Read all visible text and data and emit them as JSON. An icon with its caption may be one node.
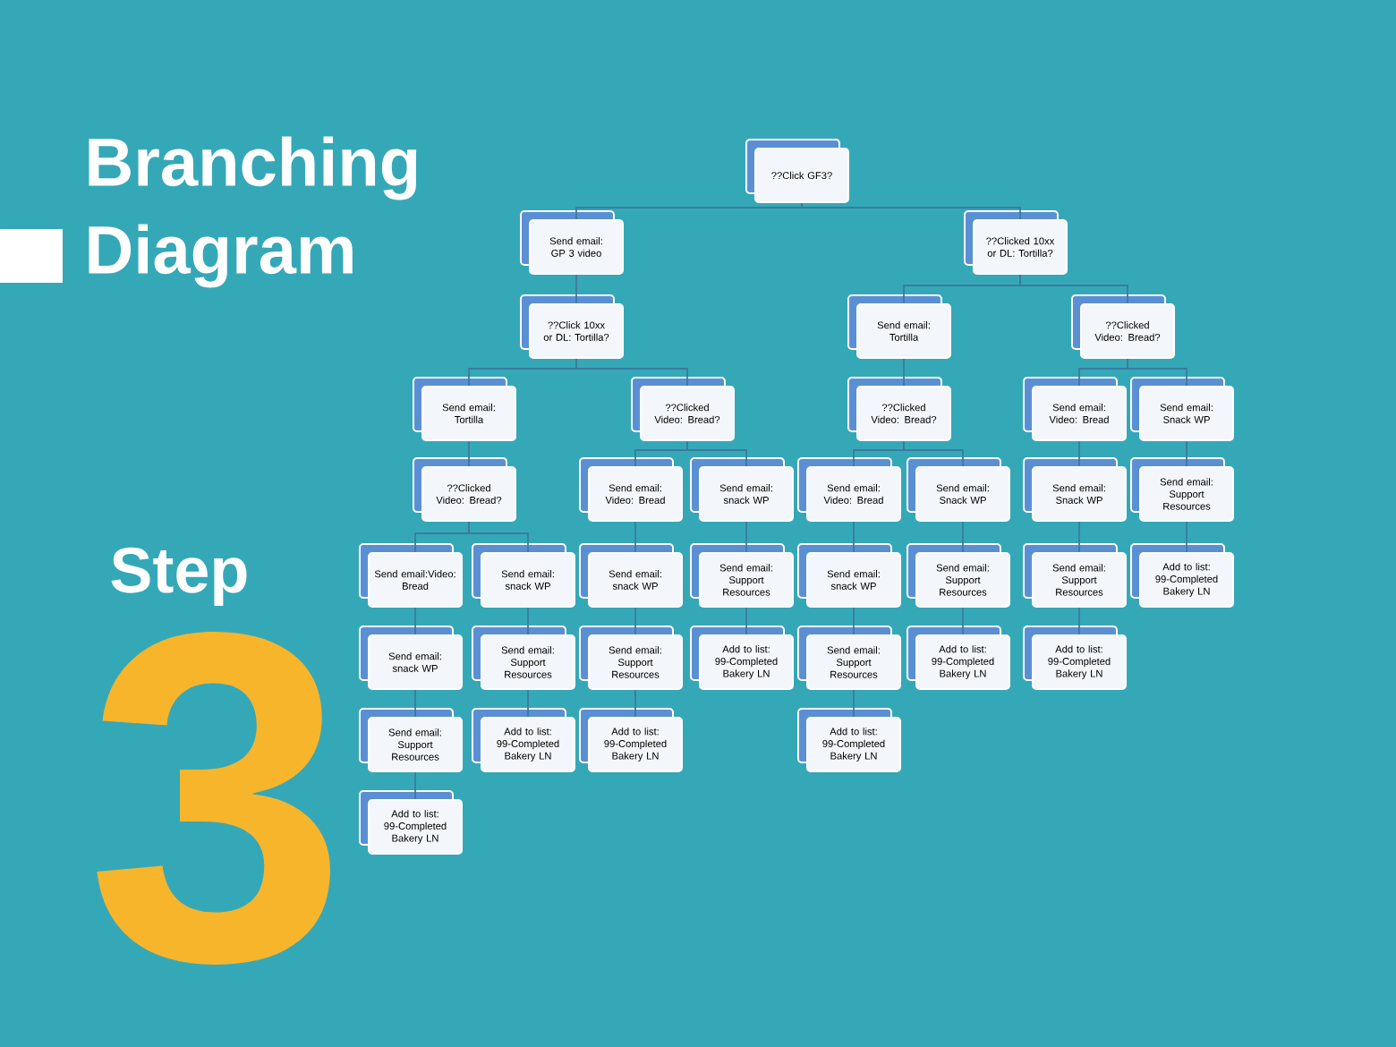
{
  "diagram": {
    "title": "Branching Diagram",
    "nodes": [
      {
        "text": [
          "??Click GF3?"
        ]
      },
      {
        "text": [
          "Send email: GP 3 video"
        ]
      },
      {
        "text": [
          "??Clicked 10xx or DL: Tortilla?"
        ]
      },
      {
        "text": [
          "??Click 10xx or DL: Tortilla?"
        ]
      },
      {
        "text": [
          "Send email: Tortilla"
        ]
      },
      {
        "text": [
          "??Clicked Video: Bread?"
        ]
      },
      {
        "text": [
          "Send email: Tortilla"
        ]
      },
      {
        "text": [
          "??Clicked Video: Bread?"
        ]
      },
      {
        "text": [
          "??Clicked Video: Bread?"
        ]
      },
      {
        "text": [
          "Send email: Video: Bread"
        ]
      },
      {
        "text": [
          "Send email: Snack WP"
        ]
      },
      {
        "text": [
          "??Clicked Video: Bread?"
        ]
      },
      {
        "text": [
          "Send email: Video: Bread"
        ]
      },
      {
        "text": [
          "Send email: snack WP"
        ]
      },
      {
        "text": [
          "Send email: Video: Bread"
        ]
      },
      {
        "text": [
          "Send email: Snack WP"
        ]
      },
      {
        "text": [
          "Send email: Snack WP"
        ]
      },
      {
        "text": [
          "Send email: Support Resources"
        ]
      },
      {
        "text": [
          "Send email:Video: Bread"
        ]
      },
      {
        "text": [
          "Send email: snack WP"
        ]
      },
      {
        "text": [
          "Send email: snack WP"
        ]
      },
      {
        "text": [
          "Send email: Support Resources"
        ]
      },
      {
        "text": [
          "Send email: snack WP"
        ]
      },
      {
        "text": [
          "Send email: Support Resources"
        ]
      },
      {
        "text": [
          "Send email: Support Resources"
        ]
      },
      {
        "text": [
          "Add to list: 99-Completed Bakery LN"
        ]
      },
      {
        "text": [
          "Send email: snack WP"
        ]
      },
      {
        "text": [
          "Send email: Support Resources"
        ]
      },
      {
        "text": [
          "Send email: Support Resources"
        ]
      },
      {
        "text": [
          "Add to list: 99-Completed Bakery LN"
        ]
      },
      {
        "text": [
          "Send email: Support Resources"
        ]
      },
      {
        "text": [
          "Add to list: 99-Completed Bakery LN"
        ]
      },
      {
        "text": [
          "Add to list: 99-Completed Bakery LN"
        ]
      },
      {
        "text": [
          "Send email: Support Resources"
        ]
      },
      {
        "text": [
          "Add to list: 99-Completed Bakery LN"
        ]
      },
      {
        "text": [
          "Add to list: 99-Completed Bakery LN"
        ]
      },
      {
        "text": [
          "Add to list: 99-Completed Bakery LN"
        ]
      },
      {
        "text": [
          "Add to list: 99-Completed Bakery LN"
        ]
      }
    ],
    "edges": [
      {
        "from": 0,
        "to": 1,
        "arrow": "none"
      },
      {
        "from": 0,
        "to": 2,
        "arrow": "none"
      },
      {
        "from": 1,
        "to": 3,
        "arrow": "none"
      },
      {
        "from": 2,
        "to": 4,
        "arrow": "none"
      },
      {
        "from": 2,
        "to": 5,
        "arrow": "none"
      },
      {
        "from": 3,
        "to": 6,
        "arrow": "none"
      },
      {
        "from": 3,
        "to": 7,
        "arrow": "none"
      },
      {
        "from": 4,
        "to": 8,
        "arrow": "none"
      },
      {
        "from": 5,
        "to": 9,
        "arrow": "none"
      },
      {
        "from": 5,
        "to": 10,
        "arrow": "none"
      },
      {
        "from": 6,
        "to": 11,
        "arrow": "none"
      },
      {
        "from": 7,
        "to": 12,
        "arrow": "none"
      },
      {
        "from": 7,
        "to": 13,
        "arrow": "none"
      },
      {
        "from": 8,
        "to": 14,
        "arrow": "none"
      },
      {
        "from": 8,
        "to": 15,
        "arrow": "none"
      },
      {
        "from": 9,
        "to": 16,
        "arrow": "none"
      },
      {
        "from": 10,
        "to": 17,
        "arrow": "none"
      },
      {
        "from": 11,
        "to": 18,
        "arrow": "none"
      },
      {
        "from": 11,
        "to": 19,
        "arrow": "none"
      },
      {
        "from": 12,
        "to": 20,
        "arrow": "none"
      },
      {
        "from": 13,
        "to": 21,
        "arrow": "none"
      },
      {
        "from": 14,
        "to": 22,
        "arrow": "none"
      },
      {
        "from": 15,
        "to": 23,
        "arrow": "none"
      },
      {
        "from": 16,
        "to": 24,
        "arrow": "none"
      },
      {
        "from": 17,
        "to": 25,
        "arrow": "none"
      },
      {
        "from": 18,
        "to": 26,
        "arrow": "none"
      },
      {
        "from": 19,
        "to": 27,
        "arrow": "none"
      },
      {
        "from": 20,
        "to": 28,
        "arrow": "none"
      },
      {
        "from": 21,
        "to": 29,
        "arrow": "none"
      },
      {
        "from": 22,
        "to": 30,
        "arrow": "none"
      },
      {
        "from": 23,
        "to": 31,
        "arrow": "none"
      },
      {
        "from": 24,
        "to": 32,
        "arrow": "none"
      },
      {
        "from": 26,
        "to": 33,
        "arrow": "none"
      },
      {
        "from": 27,
        "to": 34,
        "arrow": "none"
      },
      {
        "from": 28,
        "to": 35,
        "arrow": "none"
      },
      {
        "from": 30,
        "to": 36,
        "arrow": "none"
      },
      {
        "from": 33,
        "to": 37,
        "arrow": "none"
      }
    ],
    "labels": [
      "Step",
      "3"
    ]
  }
}
